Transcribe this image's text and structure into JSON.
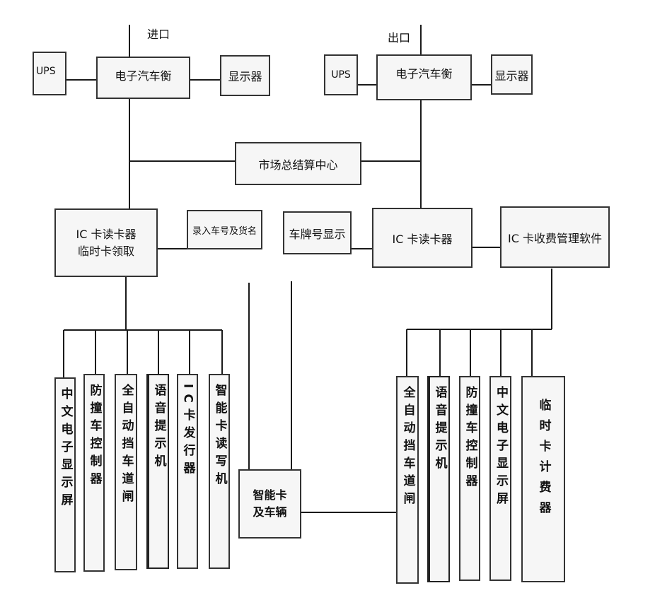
{
  "labels": {
    "entry": "进口",
    "exit": "出口"
  },
  "entry": {
    "ups": "UPS",
    "scale": "电子汽车衡",
    "display": "显示器",
    "reader_line1": "IC 卡读卡器",
    "reader_line2": "临时卡领取",
    "record": "录入车号及货名"
  },
  "exit": {
    "ups": "UPS",
    "scale": "电子汽车衡",
    "display": "显示器",
    "plate": "车牌号显示",
    "reader": "IC 卡读卡器",
    "software": "IC 卡收费管理软件"
  },
  "center": {
    "settlement": "市场总结算中心",
    "card_vehicle_line1": "智能卡",
    "card_vehicle_line2": "及车辆"
  },
  "entry_devices": [
    "中文电子显示屏",
    "防撞车控制器",
    "全自动挡车道闸",
    "语音提示机",
    "IC卡发行器",
    "智能卡读写机"
  ],
  "exit_devices": [
    "全自动挡车道闸",
    "语音提示机",
    "防撞车控制器",
    "中文电子显示屏",
    "临时卡计费器"
  ]
}
